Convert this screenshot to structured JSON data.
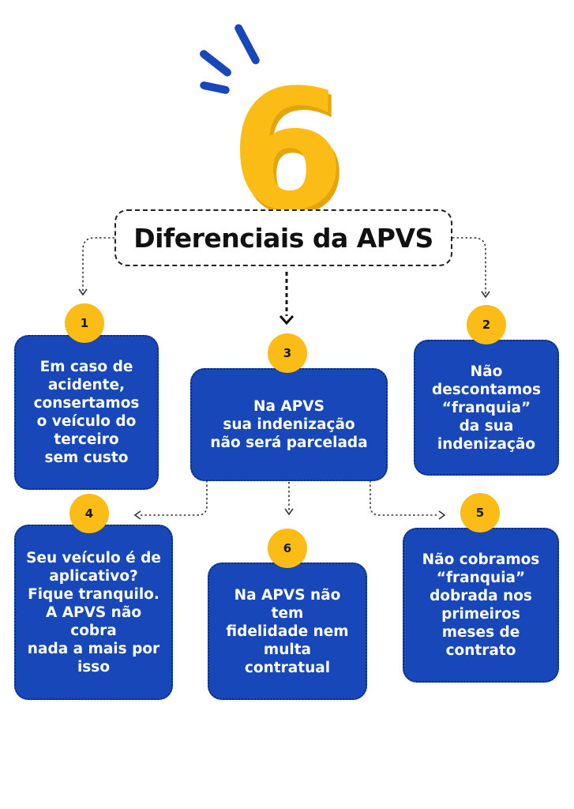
{
  "colors": {
    "blue": "#1747b8",
    "yellow": "#fbbd15",
    "dark": "#111111"
  },
  "hero_number": "6",
  "title": "Diferenciais da APVS",
  "items": [
    {
      "number": "1",
      "text": "Em caso de\nacidente,\nconsertamos\no veículo do\nterceiro\nsem custo"
    },
    {
      "number": "2",
      "text": "Não\ndescontamos\n“franquia”\nda sua\nindenização"
    },
    {
      "number": "3",
      "text": "Na APVS\nsua indenização\nnão será parcelada"
    },
    {
      "number": "4",
      "text": "Seu veículo é de\naplicativo?\nFique tranquilo.\nA APVS não\ncobra\nnada a mais por\nisso"
    },
    {
      "number": "5",
      "text": "Não cobramos\n“franquia”\ndobrada nos\nprimeiros\nmeses de\ncontrato"
    },
    {
      "number": "6",
      "text": "Na APVS não\ntem\nfidelidade nem\nmulta\ncontratual"
    }
  ]
}
